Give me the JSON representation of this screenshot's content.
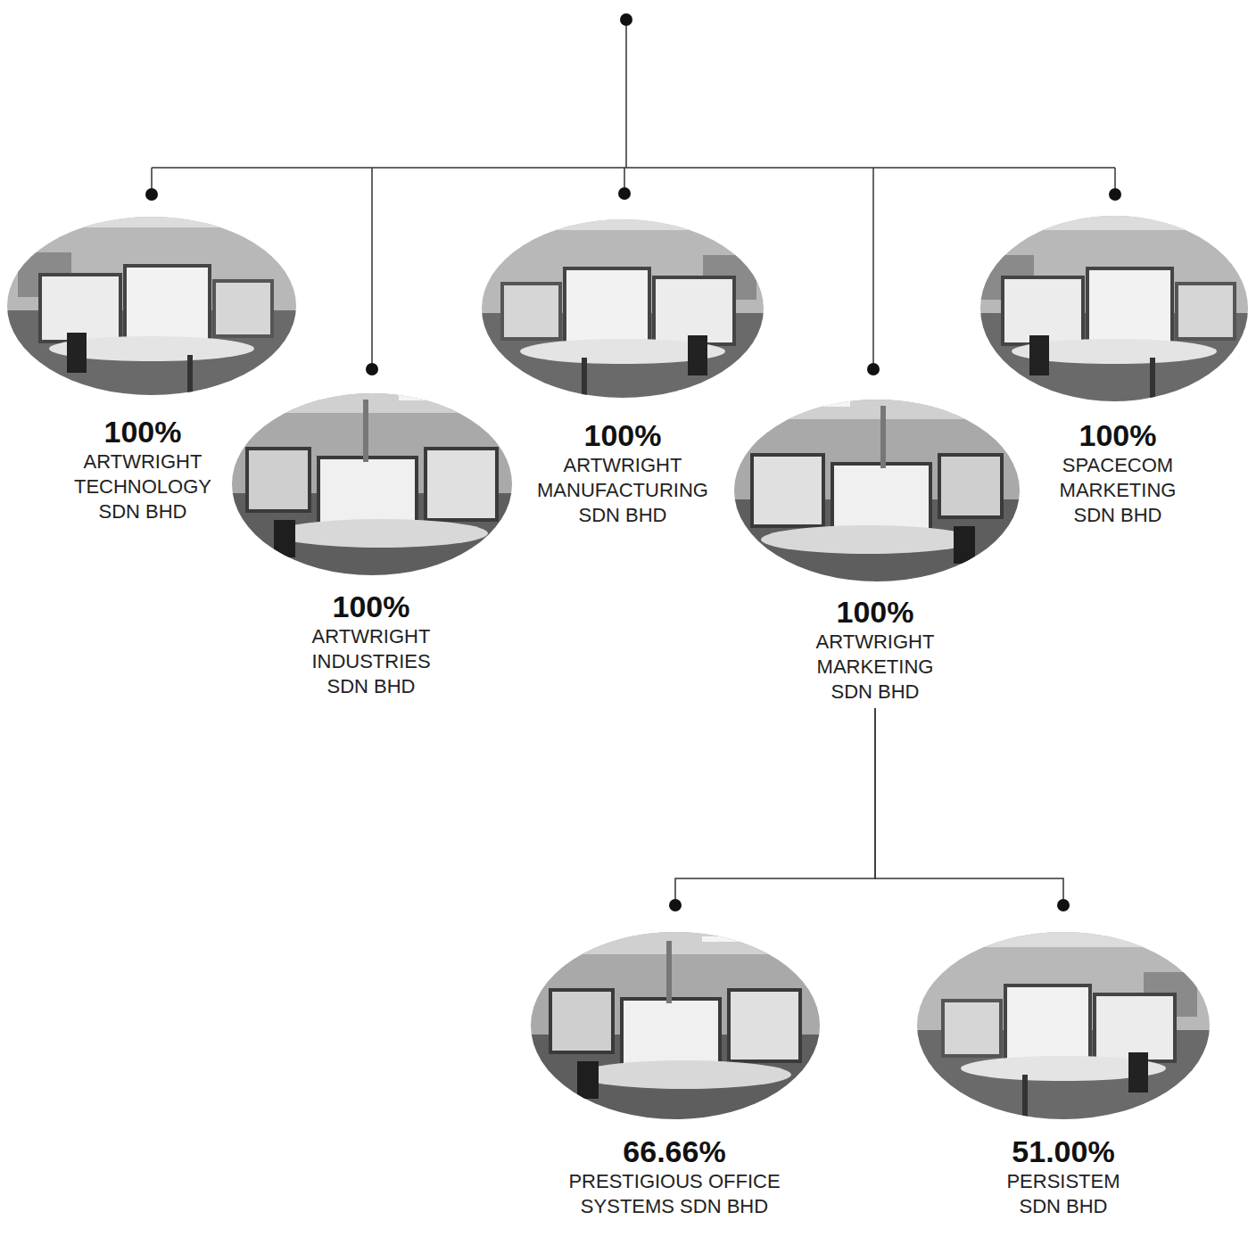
{
  "diagram": {
    "nodes": [
      {
        "text": [
          "100%",
          "ARTWRIGHT TECHNOLOGY SDN BHD"
        ]
      },
      {
        "text": [
          "100%",
          "ARTWRIGHT INDUSTRIES SDN BHD"
        ]
      },
      {
        "text": [
          "100%",
          "ARTWRIGHT MANUFACTURING SDN BHD"
        ]
      },
      {
        "text": [
          "100%",
          "ARTWRIGHT MARKETING SDN BHD"
        ]
      },
      {
        "text": [
          "100%",
          "SPACECOM MARKETING SDN BHD"
        ]
      },
      {
        "text": [
          "66.66%",
          "PRESTIGIOUS OFFICE SYSTEMS SDN BHD"
        ]
      },
      {
        "text": [
          "51.00%",
          "PERSISTEM SDN BHD"
        ]
      }
    ],
    "edges": [
      {
        "from": 3,
        "to": 5,
        "arrow": "none"
      },
      {
        "from": 3,
        "to": 6,
        "arrow": "none"
      }
    ]
  }
}
